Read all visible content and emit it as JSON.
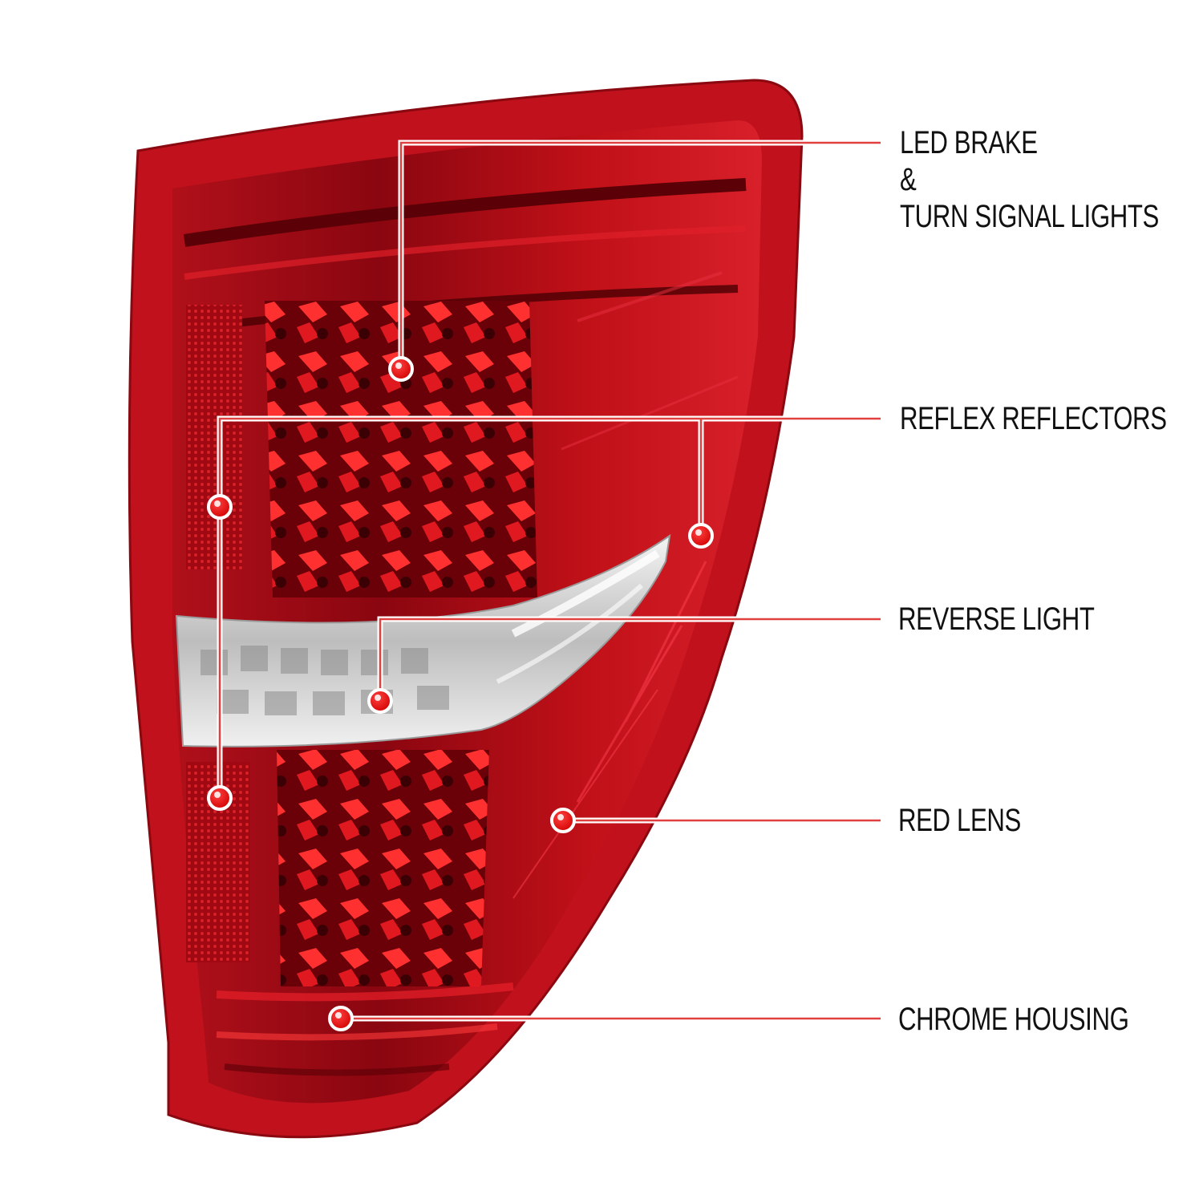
{
  "diagram": {
    "subject": "LED tail light assembly (red lens, clear reverse section)",
    "colors": {
      "background": "#ffffff",
      "lens_red": "#c8101c",
      "lens_dark": "#7a0008",
      "lens_bright": "#ff2a2a",
      "chrome": "#e6e6e6",
      "callout_line": "#e04040",
      "callout_outline": "#ffffff",
      "marker_fill": "#e60000",
      "label_text": "#111111"
    },
    "callouts": [
      {
        "id": "led-brake",
        "lines": [
          "LED BRAKE",
          "&",
          "TURN SIGNAL LIGHTS"
        ],
        "marker_icon": "red-dot-marker"
      },
      {
        "id": "reflex-reflectors",
        "lines": [
          "REFLEX REFLECTORS"
        ],
        "marker_icon": "red-dot-marker",
        "marker_count": 3
      },
      {
        "id": "reverse-light",
        "lines": [
          "REVERSE LIGHT"
        ],
        "marker_icon": "red-dot-marker"
      },
      {
        "id": "red-lens",
        "lines": [
          "RED LENS"
        ],
        "marker_icon": "red-dot-marker"
      },
      {
        "id": "chrome-housing",
        "lines": [
          "CHROME HOUSING"
        ],
        "marker_icon": "red-dot-marker"
      }
    ]
  }
}
